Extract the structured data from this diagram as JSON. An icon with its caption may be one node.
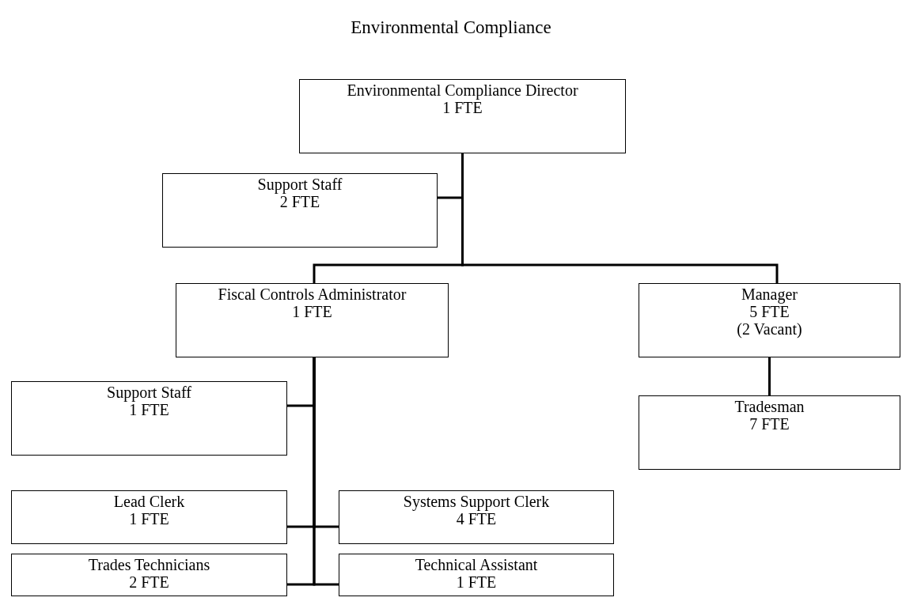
{
  "diagram": {
    "title": "Environmental Compliance",
    "nodes": [
      {
        "text": [
          "Environmental Compliance Director",
          "1 FTE"
        ]
      },
      {
        "text": [
          "Support Staff",
          "2 FTE"
        ]
      },
      {
        "text": [
          "Fiscal Controls Administrator",
          "1 FTE"
        ]
      },
      {
        "text": [
          "Manager",
          "5 FTE",
          "(2 Vacant)"
        ]
      },
      {
        "text": [
          "Support Staff",
          "1 FTE"
        ]
      },
      {
        "text": [
          "Tradesman",
          "7 FTE"
        ]
      },
      {
        "text": [
          "Lead Clerk",
          "1 FTE"
        ]
      },
      {
        "text": [
          "Systems Support Clerk",
          "4 FTE"
        ]
      },
      {
        "text": [
          "Trades Technicians",
          "2 FTE"
        ]
      },
      {
        "text": [
          "Technical Assistant",
          "1 FTE"
        ]
      }
    ],
    "edges": [
      {
        "from": 0,
        "to": 1,
        "arrow": "none"
      },
      {
        "from": 0,
        "to": 2,
        "arrow": "none"
      },
      {
        "from": 0,
        "to": 3,
        "arrow": "none"
      },
      {
        "from": 2,
        "to": 4,
        "arrow": "none"
      },
      {
        "from": 3,
        "to": 5,
        "arrow": "none"
      },
      {
        "from": 2,
        "to": 6,
        "arrow": "none"
      },
      {
        "from": 2,
        "to": 7,
        "arrow": "none"
      },
      {
        "from": 2,
        "to": 8,
        "arrow": "none"
      },
      {
        "from": 2,
        "to": 9,
        "arrow": "none"
      }
    ]
  }
}
